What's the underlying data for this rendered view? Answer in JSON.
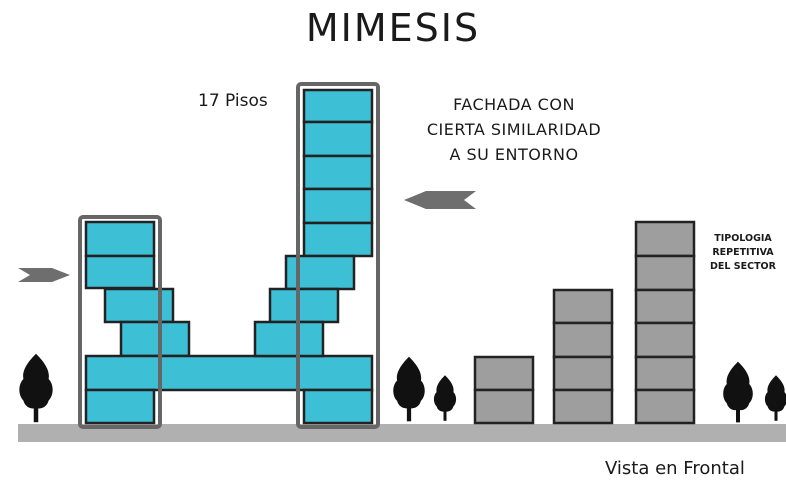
{
  "title": "MIMESIS",
  "floors_label": "17 Pisos",
  "facade_note": [
    "FACHADA CON",
    "CIERTA SIMILARIDAD",
    "A SU ENTORNO"
  ],
  "typology_note": [
    "TIPOLOGIA",
    "REPETITIVA",
    "DEL SECTOR"
  ],
  "caption": "Vista en Frontal",
  "colors": {
    "new_building": "#3dbfd6",
    "existing_building": "#9e9e9e",
    "outline": "#222222",
    "frame": "#666666",
    "ground": "#b0b0b0",
    "arrow": "#6e6e6e",
    "tree": "#111111"
  },
  "icons": [
    "arrow-right-icon",
    "arrow-left-icon",
    "tree-icon"
  ]
}
